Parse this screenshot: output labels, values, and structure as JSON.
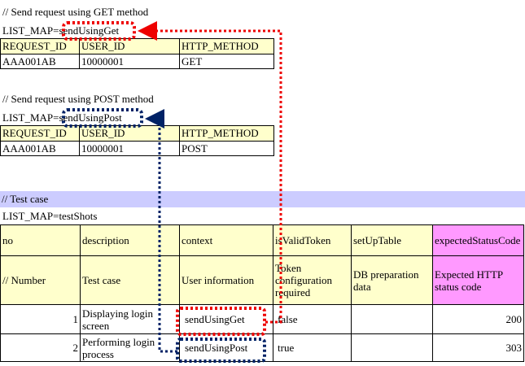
{
  "section_get": {
    "comment": "// Send request using GET method",
    "list_map": "LIST_MAP=sendUsingGet",
    "headers": [
      "REQUEST_ID",
      "USER_ID",
      "HTTP_METHOD"
    ],
    "row": [
      "AAA001AB",
      "10000001",
      "GET"
    ]
  },
  "section_post": {
    "comment": "// Send request using POST method",
    "list_map": "LIST_MAP=sendUsingPost",
    "headers": [
      "REQUEST_ID",
      "USER_ID",
      "HTTP_METHOD"
    ],
    "row": [
      "AAA001AB",
      "10000001",
      "POST"
    ]
  },
  "test_case": {
    "comment": "// Test case",
    "list_map": "LIST_MAP=testShots",
    "header_row": [
      "no",
      "description",
      "context",
      "isValidToken",
      "setUpTable",
      "expectedStatusCode"
    ],
    "desc_row": [
      "// Number",
      "Test case",
      "User information",
      "Token configuration required",
      "DB preparation data",
      "Expected HTTP status code"
    ],
    "rows": [
      [
        "1",
        "Displaying login screen",
        "sendUsingGet",
        "false",
        "",
        "200"
      ],
      [
        "2",
        "Performing login process",
        "sendUsingPost",
        "true",
        "",
        "303"
      ]
    ]
  },
  "colors": {
    "get_arrow": "#ee0000",
    "post_arrow": "#002266",
    "section_bar": "#ccccff",
    "yellow_cell": "#ffffcc",
    "pink_cell": "#ff99ff"
  }
}
